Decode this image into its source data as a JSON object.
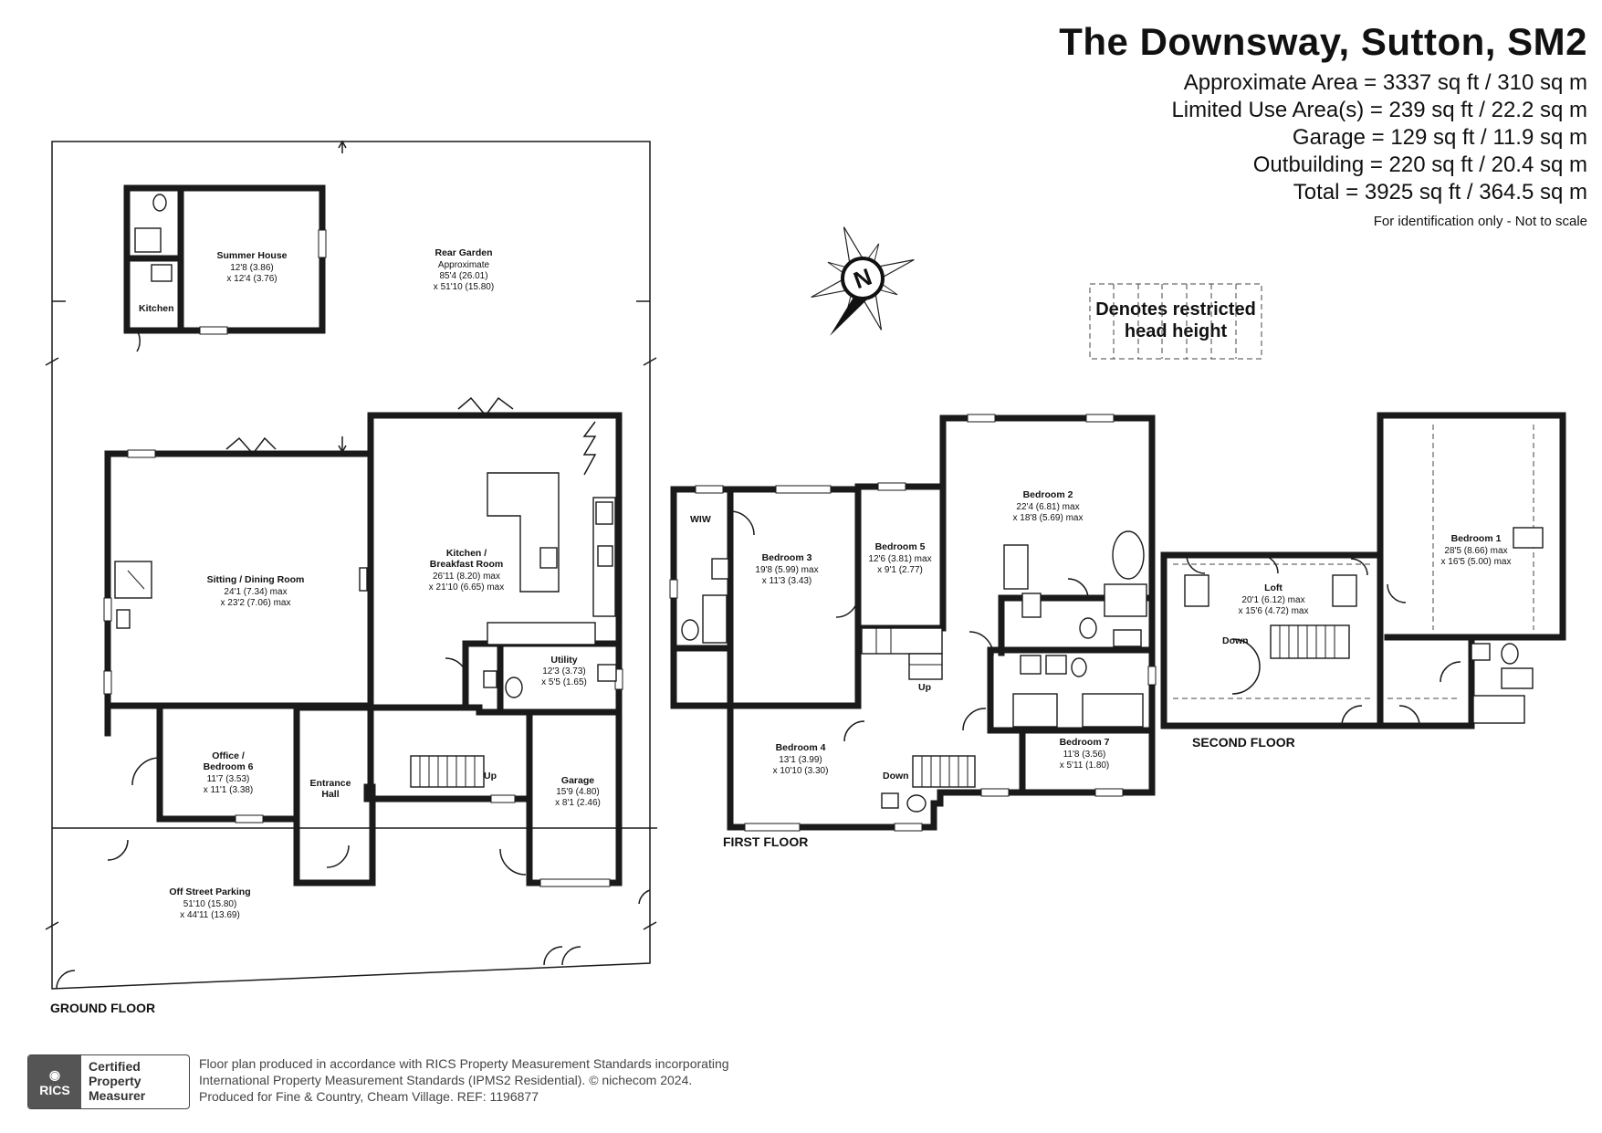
{
  "header": {
    "title": "The Downsway, Sutton, SM2",
    "areas": [
      "Approximate Area = 3337 sq ft / 310 sq m",
      "Limited Use Area(s) = 239 sq ft / 22.2 sq m",
      "Garage = 129 sq ft / 11.9 sq m",
      "Outbuilding = 220 sq ft / 20.4 sq m",
      "Total = 3925 sq ft / 364.5 sq m"
    ],
    "disclaimer": "For identification only - Not to scale"
  },
  "compass": {
    "letter": "N",
    "icon": "north-arrow-icon"
  },
  "legend": {
    "restricted_label_line1": "Denotes restricted",
    "restricted_label_line2": "head height"
  },
  "floors": {
    "ground": {
      "label": "GROUND FLOOR",
      "rooms": {
        "rear_garden": {
          "name": "Rear Garden",
          "line1": "Approximate",
          "line2": "85'4 (26.01)",
          "line3": "x 51'10 (15.80)"
        },
        "summer_house": {
          "name": "Summer House",
          "line1": "12'8 (3.86)",
          "line2": "x 12'4 (3.76)"
        },
        "kitchen_outbuilding": {
          "name": "Kitchen"
        },
        "sitting_dining": {
          "name": "Sitting / Dining Room",
          "line1": "24'1 (7.34) max",
          "line2": "x 23'2 (7.06) max"
        },
        "kitchen_breakfast": {
          "name1": "Kitchen /",
          "name2": "Breakfast Room",
          "line1": "26'11 (8.20) max",
          "line2": "x 21'10 (6.65) max"
        },
        "utility": {
          "name": "Utility",
          "line1": "12'3 (3.73)",
          "line2": "x 5'5 (1.65)"
        },
        "office": {
          "name1": "Office /",
          "name2": "Bedroom 6",
          "line1": "11'7 (3.53)",
          "line2": "x 11'1 (3.38)"
        },
        "entrance_hall": {
          "name1": "Entrance",
          "name2": "Hall"
        },
        "garage": {
          "name": "Garage",
          "line1": "15'9 (4.80)",
          "line2": "x 8'1 (2.46)"
        },
        "parking": {
          "name": "Off Street Parking",
          "line1": "51'10 (15.80)",
          "line2": "x 44'11 (13.69)"
        }
      },
      "stair_label": "Up"
    },
    "first": {
      "label": "FIRST FLOOR",
      "rooms": {
        "wiw": {
          "name": "WIW"
        },
        "bedroom3": {
          "name": "Bedroom 3",
          "line1": "19'8 (5.99) max",
          "line2": "x 11'3 (3.43)"
        },
        "bedroom5": {
          "name": "Bedroom 5",
          "line1": "12'6 (3.81) max",
          "line2": "x 9'1 (2.77)"
        },
        "bedroom2": {
          "name": "Bedroom 2",
          "line1": "22'4 (6.81) max",
          "line2": "x 18'8 (5.69) max"
        },
        "bedroom4": {
          "name": "Bedroom 4",
          "line1": "13'1 (3.99)",
          "line2": "x 10'10 (3.30)"
        },
        "bedroom7": {
          "name": "Bedroom 7",
          "line1": "11'8 (3.56)",
          "line2": "x 5'11 (1.80)"
        }
      },
      "stair_up": "Up",
      "stair_down": "Down"
    },
    "second": {
      "label": "SECOND FLOOR",
      "rooms": {
        "loft": {
          "name": "Loft",
          "line1": "20'1 (6.12) max",
          "line2": "x 15'6 (4.72) max"
        },
        "bedroom1": {
          "name": "Bedroom 1",
          "line1": "28'5 (8.66) max",
          "line2": "x 16'5 (5.00) max"
        }
      },
      "stair_down": "Down"
    }
  },
  "footer": {
    "badge_mark": "RICS",
    "badge_line1": "Certified",
    "badge_line2": "Property",
    "badge_line3": "Measurer",
    "note_line1": "Floor plan produced in accordance with RICS Property Measurement Standards incorporating",
    "note_line2": "International Property Measurement Standards (IPMS2 Residential).   © nichecom 2024.",
    "note_line3": "Produced for Fine & Country, Cheam Village.   REF:  1196877"
  }
}
